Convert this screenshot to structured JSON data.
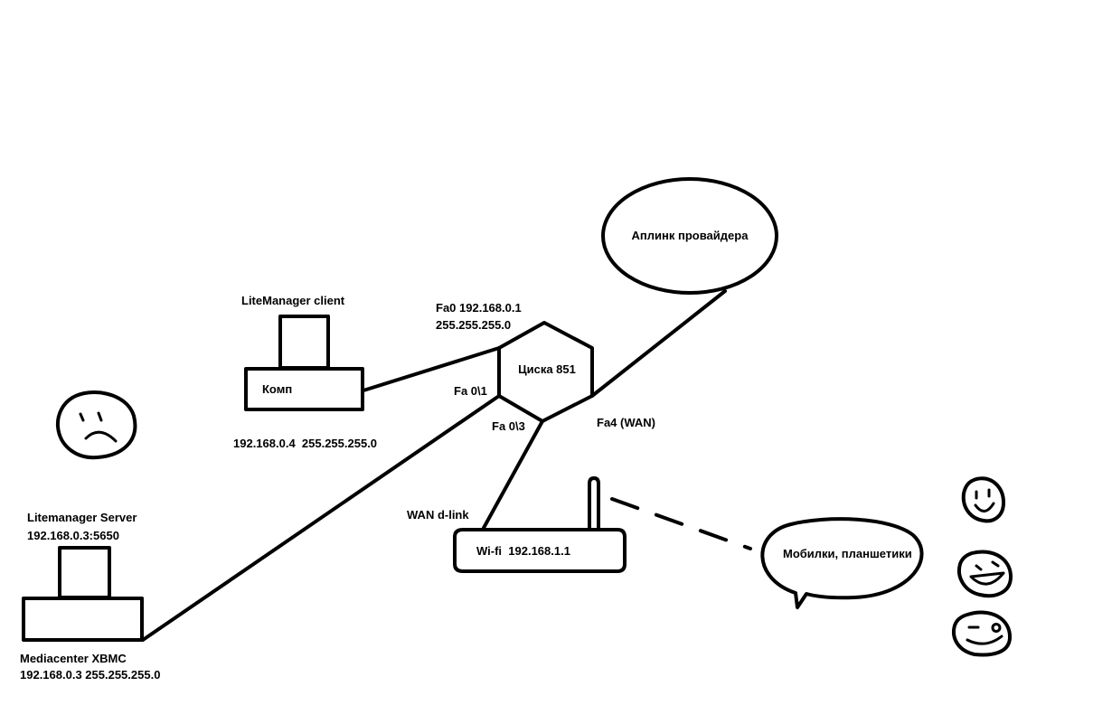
{
  "nodes": {
    "uplink": {
      "label": "Аплинк провайдера"
    },
    "router": {
      "label": "Циска 851",
      "fa0_line1": "Fa0 192.168.0.1",
      "fa0_line2": "255.255.255.0",
      "fa01": "Fa 0\\1",
      "fa03": "Fa 0\\3",
      "fa4": "Fa4 (WAN)"
    },
    "comp": {
      "title": "LiteManager client",
      "label": "Комп",
      "address": "192.168.0.4  255.255.255.0"
    },
    "server": {
      "title_line1": "Litemanager Server",
      "title_line2": "192.168.0.3:5650",
      "caption_line1": "Mediacenter XBMC",
      "caption_line2": "192.168.0.3 255.255.255.0"
    },
    "wifi": {
      "wan_label": "WAN d-link",
      "label": "Wi-fi  192.168.1.1"
    },
    "mobiles": {
      "label": "Мобилки, планшетики"
    }
  },
  "decorations": {
    "faces": [
      "sad-face",
      "smiley-face",
      "grinning-face",
      "winking-face"
    ]
  }
}
